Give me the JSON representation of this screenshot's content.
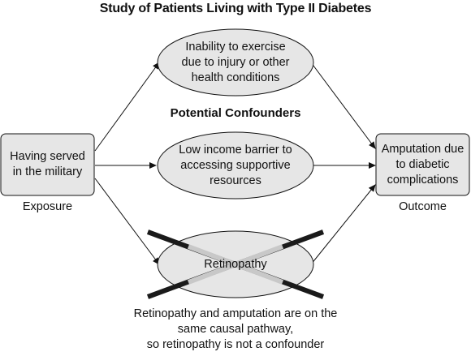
{
  "title": "Study of Patients Living with Type II Diabetes",
  "confounders_heading": "Potential Confounders",
  "exposure": {
    "label": "Having served\nin the military",
    "caption": "Exposure"
  },
  "outcome": {
    "label": "Amputation due\nto diabetic\ncomplications",
    "caption": "Outcome"
  },
  "confounders": [
    {
      "label": "Inability to exercise\ndue to injury or other\nhealth conditions",
      "crossed_out": false
    },
    {
      "label": "Low income barrier to\naccessing supportive\nresources",
      "crossed_out": false
    },
    {
      "label": "Retinopathy",
      "crossed_out": true
    }
  ],
  "note": "Retinopathy and amputation are on the\nsame causal pathway,\nso retinopathy is not a confounder",
  "colors": {
    "node_fill": "#e6e6e6",
    "stroke": "#111111",
    "cross_dark": "#1a1a1a",
    "cross_light": "#c8c8c8"
  }
}
